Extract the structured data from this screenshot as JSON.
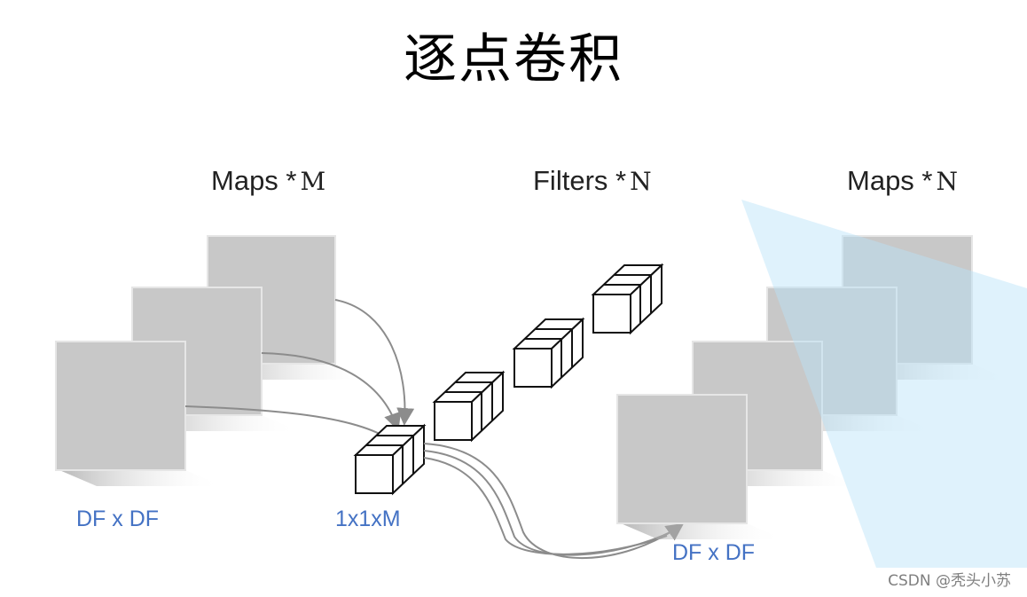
{
  "title": "逐点卷积",
  "headers": {
    "input_maps": {
      "text": "Maps *",
      "symbol": "M"
    },
    "filters": {
      "text": "Filters *",
      "symbol": "N"
    },
    "output_maps": {
      "text": "Maps *",
      "symbol": "N"
    }
  },
  "labels": {
    "input_size": "DF x DF",
    "kernel_size": "1x1xM",
    "output_size": "DF x DF"
  },
  "watermark": "CSDN @秃头小苏",
  "colors": {
    "map_fill": "#c8c8c8",
    "map_shadow": "#d0d0d0",
    "arrow": "#8c8c8c",
    "label_blue": "#4472c4",
    "highlight": "#c8e8f8"
  }
}
